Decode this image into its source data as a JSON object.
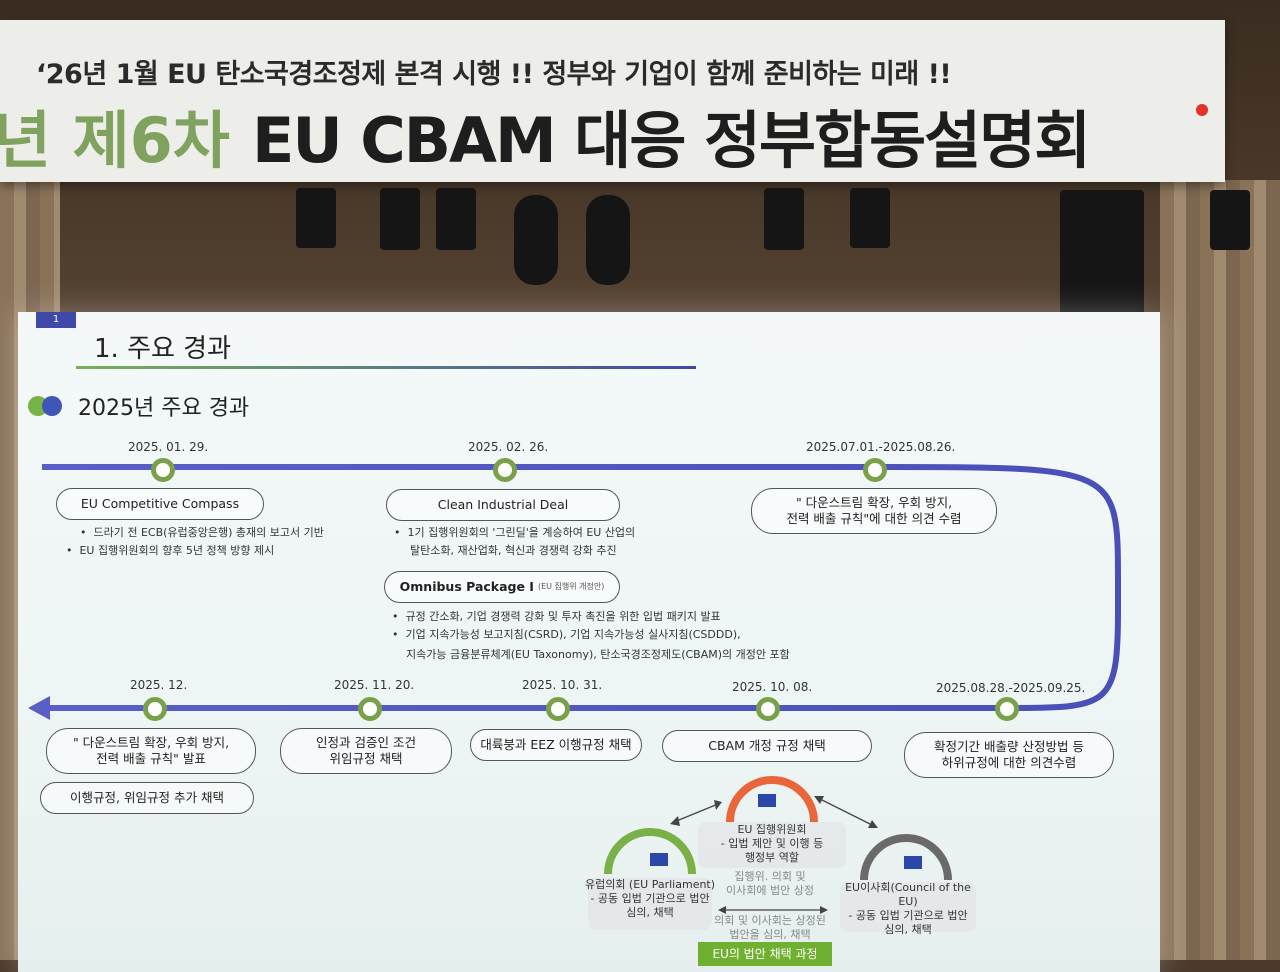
{
  "banner": {
    "subtitle": "‘26년 1월 EU 탄소국경조정제 본격 시행 !!  정부와 기업이 함께 준비하는 미래 !!",
    "left_fragment": "년 제6차",
    "title": "EU CBAM 대응 정부합동설명회"
  },
  "slide": {
    "page_tab": "1",
    "title": "1. 주요 경과",
    "section_title": "2025년 주요 경과",
    "top_row": [
      {
        "date": "2025. 01. 29.",
        "label": "EU Competitive Compass",
        "bullets": [
          "드라기 전 ECB(유럽중앙은행) 총재의 보고서 기반",
          "EU 집행위원회의 향후 5년 정책 방향 제시"
        ]
      },
      {
        "date": "2025. 02. 26.",
        "label": "Clean Industrial Deal",
        "bullets": [
          "1기 집행위원회의 '그린딜'을 계승하여 EU 산업의",
          "탈탄소화, 재산업화, 혁신과 경쟁력 강화 추진"
        ]
      },
      {
        "date": "2025.07.01.-2025.08.26.",
        "label": "\" 다운스트림 확장, 우회 방지,\n전력 배출 규칙\"에 대한 의견 수렴"
      }
    ],
    "omnibus": {
      "label": "Omnibus Package I",
      "label_small": "(EU 집행위 개정안)",
      "bullets": [
        "규정 간소화, 기업 경쟁력 강화 및 투자 촉진을 위한 입법 패키지 발표",
        "기업 지속가능성 보고지침(CSRD), 기업 지속가능성 실사지침(CSDDD),",
        "지속가능 금융분류체계(EU Taxonomy), 탄소국경조정제도(CBAM)의 개정안 포함"
      ]
    },
    "bottom_row": [
      {
        "date": "2025. 12.",
        "label": "\" 다운스트림 확장, 우회 방지,\n전력 배출 규칙\" 발표",
        "extra": "이행규정, 위임규정 추가 채택"
      },
      {
        "date": "2025. 11. 20.",
        "label": "인정과 검증인 조건\n위임규정  채택"
      },
      {
        "date": "2025. 10. 31.",
        "label": "대륙붕과 EEZ 이행규정 채택"
      },
      {
        "date": "2025. 10. 08.",
        "label": "CBAM 개정 규정 채택"
      },
      {
        "date": "2025.08.28.-2025.09.25.",
        "label": "확정기간 배출량 산정방법 등\n하위규정에 대한 의견수렴"
      }
    ],
    "diagram": {
      "commission": "EU 집행위원회\n- 입법 제안 및 이행 등\n행정부 역할",
      "parliament": "유럽의회 (EU Parliament)\n- 공동 입법 기관으로 법안\n심의, 채택",
      "council": "EU이사회(Council of the EU)\n- 공동 입법 기관으로 법안\n심의, 채택",
      "note_top": "집행위. 의회 및\n이사회에 법안 상정",
      "note_bottom": "의회 및 이사회는 상정된\n법안을 심의, 채택",
      "footer": "EU의 법안 채택 과정"
    }
  }
}
